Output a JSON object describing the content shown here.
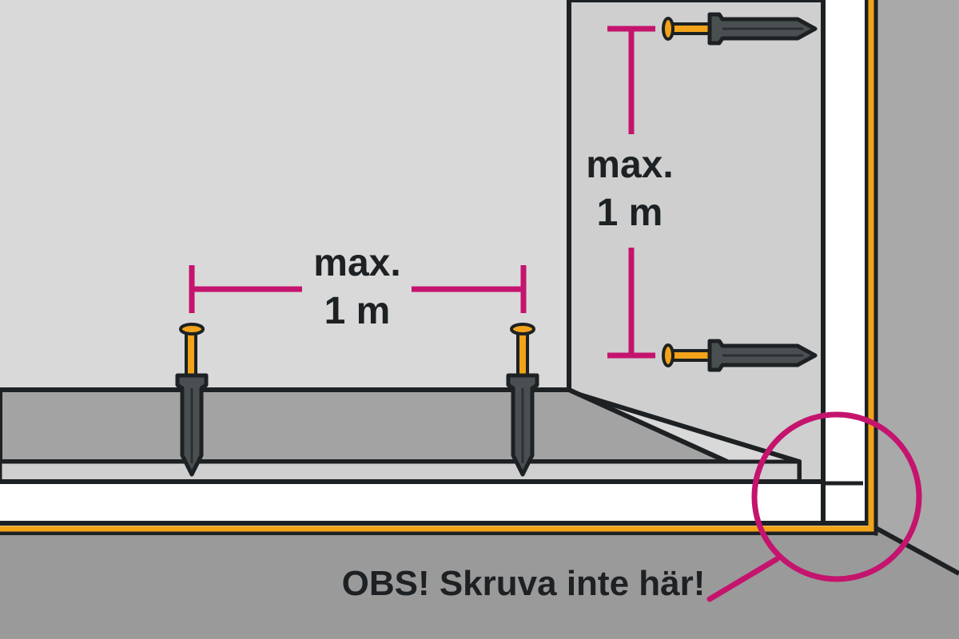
{
  "labels": {
    "horizontal_max": "max.",
    "horizontal_dist": "1 m",
    "vertical_max": "max.",
    "vertical_dist": "1 m",
    "warning": "OBS! Skruva inte här!"
  },
  "colors": {
    "wall_back": "#d9d9d9",
    "wall_side": "#cbcbcb",
    "floor": "#9a9a9a",
    "floor_shelf": "#a8a8a8",
    "outline": "#1d2123",
    "accent_orange": "#f2a319",
    "measure_magenta": "#c4146e",
    "frame_white": "#ffffff",
    "plug_gray": "#4a4f52"
  }
}
